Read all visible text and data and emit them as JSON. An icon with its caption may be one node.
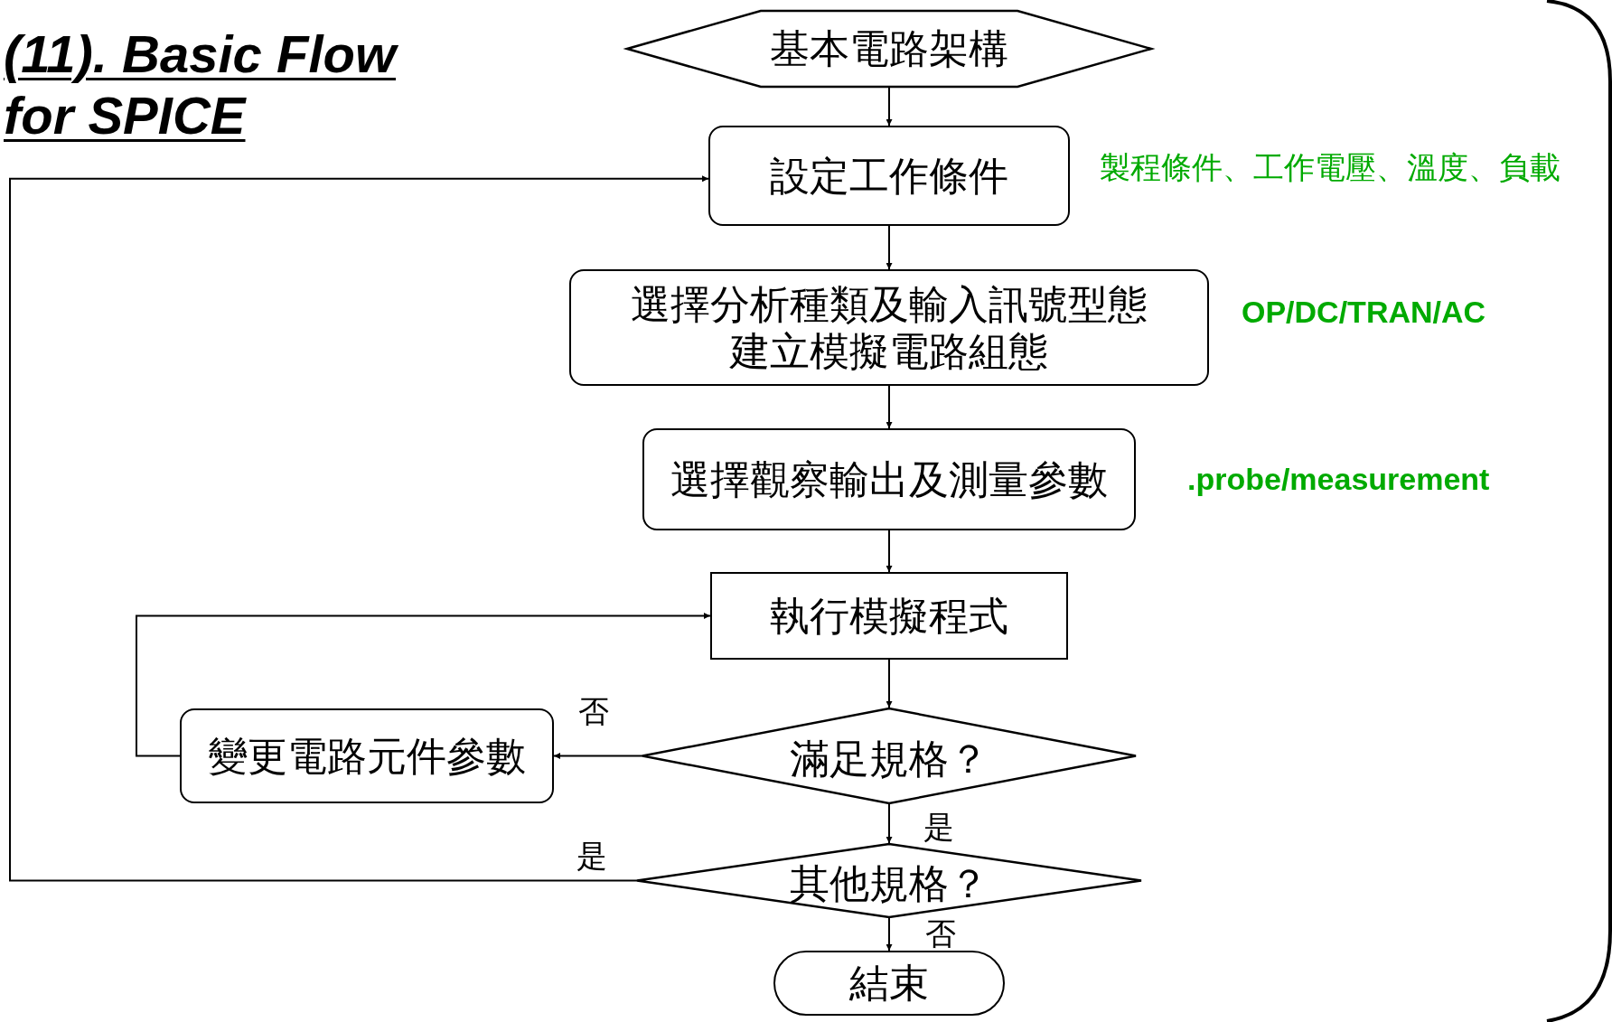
{
  "diagram": {
    "title": "(11). Basic Flow for SPICE",
    "nodes": [
      {
        "text": [
          "基本電路架構"
        ]
      },
      {
        "text": [
          "設定工作條件"
        ],
        "beside": [
          "製程條件、工作電壓、溫度、負載"
        ]
      },
      {
        "text": [
          "選擇分析種類及輸入訊號型態建立模擬電路組態"
        ],
        "beside": [
          "OP/DC/TRAN/AC"
        ]
      },
      {
        "text": [
          "選擇觀察輸出及測量參數"
        ],
        "beside": [
          ".probe/measurement"
        ]
      },
      {
        "text": [
          "執行模擬程式"
        ]
      },
      {
        "text": [
          "滿足規格？"
        ]
      },
      {
        "text": [
          "變更電路元件參數"
        ]
      },
      {
        "text": [
          "其他規格？"
        ]
      },
      {
        "text": [
          "結束"
        ]
      }
    ],
    "edges": [
      {
        "from": 0,
        "to": 1,
        "arrow": "to"
      },
      {
        "from": 1,
        "to": 2,
        "arrow": "to"
      },
      {
        "from": 2,
        "to": 3,
        "arrow": "to"
      },
      {
        "from": 3,
        "to": 4,
        "arrow": "to"
      },
      {
        "from": 4,
        "to": 5,
        "arrow": "to"
      },
      {
        "from": 5,
        "to": 6,
        "arrow": "to",
        "label": "否"
      },
      {
        "from": 6,
        "to": 4,
        "arrow": "to"
      },
      {
        "from": 5,
        "to": 7,
        "arrow": "to",
        "label": "是"
      },
      {
        "from": 7,
        "to": 1,
        "arrow": "to",
        "label": "是"
      },
      {
        "from": 7,
        "to": 8,
        "arrow": "to",
        "label": "否"
      }
    ]
  }
}
